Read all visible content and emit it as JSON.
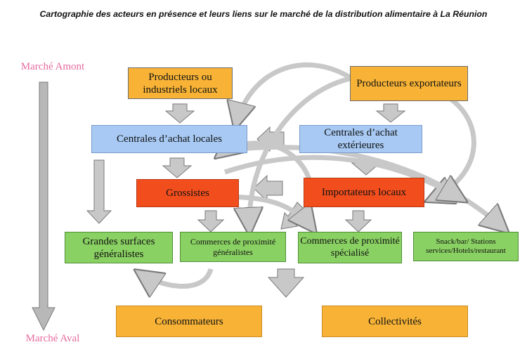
{
  "title": "Cartographie des acteurs en présence et leurs liens sur le marché de la distribution alimentaire à La Réunion",
  "labels": {
    "upstream": "Marché Amont",
    "downstream": "Marché Aval"
  },
  "nodes": {
    "local_producers": "Producteurs ou industriels locaux",
    "export_producers": "Producteurs exportateurs",
    "local_purchasing": "Centrales d’achat locales",
    "external_purchasing": "Centrales d’achat extérieures",
    "wholesalers": "Grossistes",
    "local_importers": "Importateurs locaux",
    "hypermarkets": "Grandes surfaces généralistes",
    "convenience_general": "Commerces de proximité généralistes",
    "convenience_specialized": "Commerces de proximité spécialisé",
    "horeca": "Snack/bar/ Stations services/Hotels/restaurant",
    "consumers": "Consommateurs",
    "collectivities": "Collectivités"
  },
  "colors": {
    "producer": "#f8b336",
    "purchasing": "#a7c9f3",
    "intermediary": "#f24e1d",
    "retail": "#8ad163",
    "final": "#f8b336",
    "arrow": "#c8c8c8",
    "side_label": "#e56b9e"
  }
}
